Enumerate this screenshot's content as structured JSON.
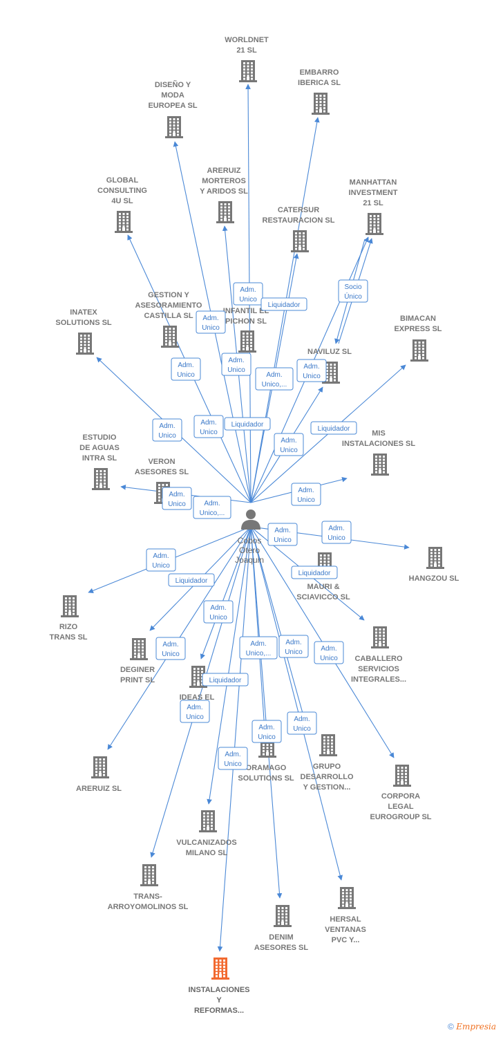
{
  "center": {
    "lines": [
      "Cobos",
      "Otero",
      "Joaquin"
    ],
    "icon": "person-icon"
  },
  "companies": [
    {
      "id": "worldnet",
      "lines": [
        "WORLDNET",
        "21 SL"
      ]
    },
    {
      "id": "embarro",
      "lines": [
        "EMBARRO",
        "IBERICA SL"
      ]
    },
    {
      "id": "diseno",
      "lines": [
        "DISEÑO Y",
        "MODA",
        "EUROPEA SL"
      ]
    },
    {
      "id": "areruiz-morteros",
      "lines": [
        "ARERUIZ",
        "MORTEROS",
        "Y ARIDOS SL"
      ]
    },
    {
      "id": "global",
      "lines": [
        "GLOBAL",
        "CONSULTING",
        "4U SL"
      ]
    },
    {
      "id": "manhattan",
      "lines": [
        "MANHATTAN",
        "INVESTMENT",
        "21 SL"
      ]
    },
    {
      "id": "catersur",
      "lines": [
        "CATERSUR",
        "RESTAURACION SL"
      ]
    },
    {
      "id": "gestion",
      "lines": [
        "GESTION Y",
        "ASESORAMIENTO",
        "CASTILLA  SL"
      ]
    },
    {
      "id": "infantil",
      "lines": [
        "E...",
        "INFANTIL EL",
        "PICHON SL"
      ]
    },
    {
      "id": "inatex",
      "lines": [
        "INATEX",
        "SOLUTIONS SL"
      ]
    },
    {
      "id": "bimacan",
      "lines": [
        "BIMACAN",
        "EXPRESS SL"
      ]
    },
    {
      "id": "naviluz",
      "lines": [
        "NAVILUZ SL"
      ]
    },
    {
      "id": "estudio",
      "lines": [
        "ESTUDIO",
        "DE AGUAS",
        "INTRA  SL"
      ]
    },
    {
      "id": "mis",
      "lines": [
        "MIS",
        "INSTALACIONES SL"
      ]
    },
    {
      "id": "veron",
      "lines": [
        "VERON",
        "ASESORES SL"
      ]
    },
    {
      "id": "hangzou",
      "lines": [
        "HANGZOU SL"
      ]
    },
    {
      "id": "mauri",
      "lines": [
        "MAURI &",
        "SCIAVICCO SL"
      ]
    },
    {
      "id": "rizo",
      "lines": [
        "RIZO",
        "TRANS SL"
      ]
    },
    {
      "id": "caballero",
      "lines": [
        "CABALLERO",
        "SERVICIOS",
        "INTEGRALES..."
      ]
    },
    {
      "id": "deginer",
      "lines": [
        "DEGINER",
        "PRINT SL"
      ]
    },
    {
      "id": "ideas",
      "lines": [
        "IDEAS EL",
        "...SL"
      ]
    },
    {
      "id": "areruiz",
      "lines": [
        "ARERUIZ SL"
      ]
    },
    {
      "id": "oramago",
      "lines": [
        "ORAMAGO",
        "SOLUTIONS SL"
      ]
    },
    {
      "id": "grupo",
      "lines": [
        "GRUPO",
        "DESARROLLO",
        "Y GESTION..."
      ]
    },
    {
      "id": "corpora",
      "lines": [
        "CORPORA",
        "LEGAL",
        "EUROGROUP SL"
      ]
    },
    {
      "id": "vulcanizados",
      "lines": [
        "VULCANIZADOS",
        "MILANO SL"
      ]
    },
    {
      "id": "trans-arroyo",
      "lines": [
        "TRANS-",
        "ARROYOMOLINOS SL"
      ]
    },
    {
      "id": "hersal",
      "lines": [
        "HERSAL",
        "VENTANAS",
        "PVC Y..."
      ]
    },
    {
      "id": "denim",
      "lines": [
        "DENIM",
        "ASESORES SL"
      ]
    },
    {
      "id": "instalaciones",
      "lines": [
        "INSTALACIONES",
        "Y",
        "REFORMAS..."
      ],
      "highlight": true
    }
  ],
  "badges": [
    {
      "lines": [
        "Adm.",
        "Unico"
      ]
    },
    {
      "lines": [
        "Liquidador"
      ]
    },
    {
      "lines": [
        "Adm.",
        "Unico"
      ]
    },
    {
      "lines": [
        "Socio",
        "Único"
      ]
    },
    {
      "lines": [
        "Adm.",
        "Unico"
      ]
    },
    {
      "lines": [
        "Adm.",
        "Unico"
      ]
    },
    {
      "lines": [
        "Adm.",
        "Unico,..."
      ]
    },
    {
      "lines": [
        "Adm.",
        "Unico"
      ]
    },
    {
      "lines": [
        "Adm.",
        "Unico"
      ]
    },
    {
      "lines": [
        "Adm.",
        "Unico"
      ]
    },
    {
      "lines": [
        "Liquidador"
      ]
    },
    {
      "lines": [
        "Liquidador"
      ]
    },
    {
      "lines": [
        "Adm.",
        "Unico"
      ]
    },
    {
      "lines": [
        "Adm.",
        "Unico"
      ]
    },
    {
      "lines": [
        "Adm.",
        "Unico"
      ]
    },
    {
      "lines": [
        "Adm.",
        "Unico,..."
      ]
    },
    {
      "lines": [
        "Adm.",
        "Unico"
      ]
    },
    {
      "lines": [
        "Adm.",
        "Unico"
      ]
    },
    {
      "lines": [
        "Adm.",
        "Unico"
      ]
    },
    {
      "lines": [
        "Liquidador"
      ]
    },
    {
      "lines": [
        "Liquidador"
      ]
    },
    {
      "lines": [
        "Adm.",
        "Unico"
      ]
    },
    {
      "lines": [
        "Adm.",
        "Unico"
      ]
    },
    {
      "lines": [
        "Adm.",
        "Unico,..."
      ]
    },
    {
      "lines": [
        "Adm.",
        "Unico"
      ]
    },
    {
      "lines": [
        "Adm.",
        "Unico"
      ]
    },
    {
      "lines": [
        "Liquidador"
      ]
    },
    {
      "lines": [
        "Adm.",
        "Unico"
      ]
    },
    {
      "lines": [
        "Adm.",
        "Unico"
      ]
    },
    {
      "lines": [
        "Adm.",
        "Unico"
      ]
    },
    {
      "lines": [
        "Adm.",
        "Unico"
      ]
    }
  ],
  "colors": {
    "edge": "#4a88d6",
    "building": "#777777",
    "highlight": "#f26a30"
  },
  "footer": {
    "copyright": "©",
    "brand": "Empresia"
  }
}
